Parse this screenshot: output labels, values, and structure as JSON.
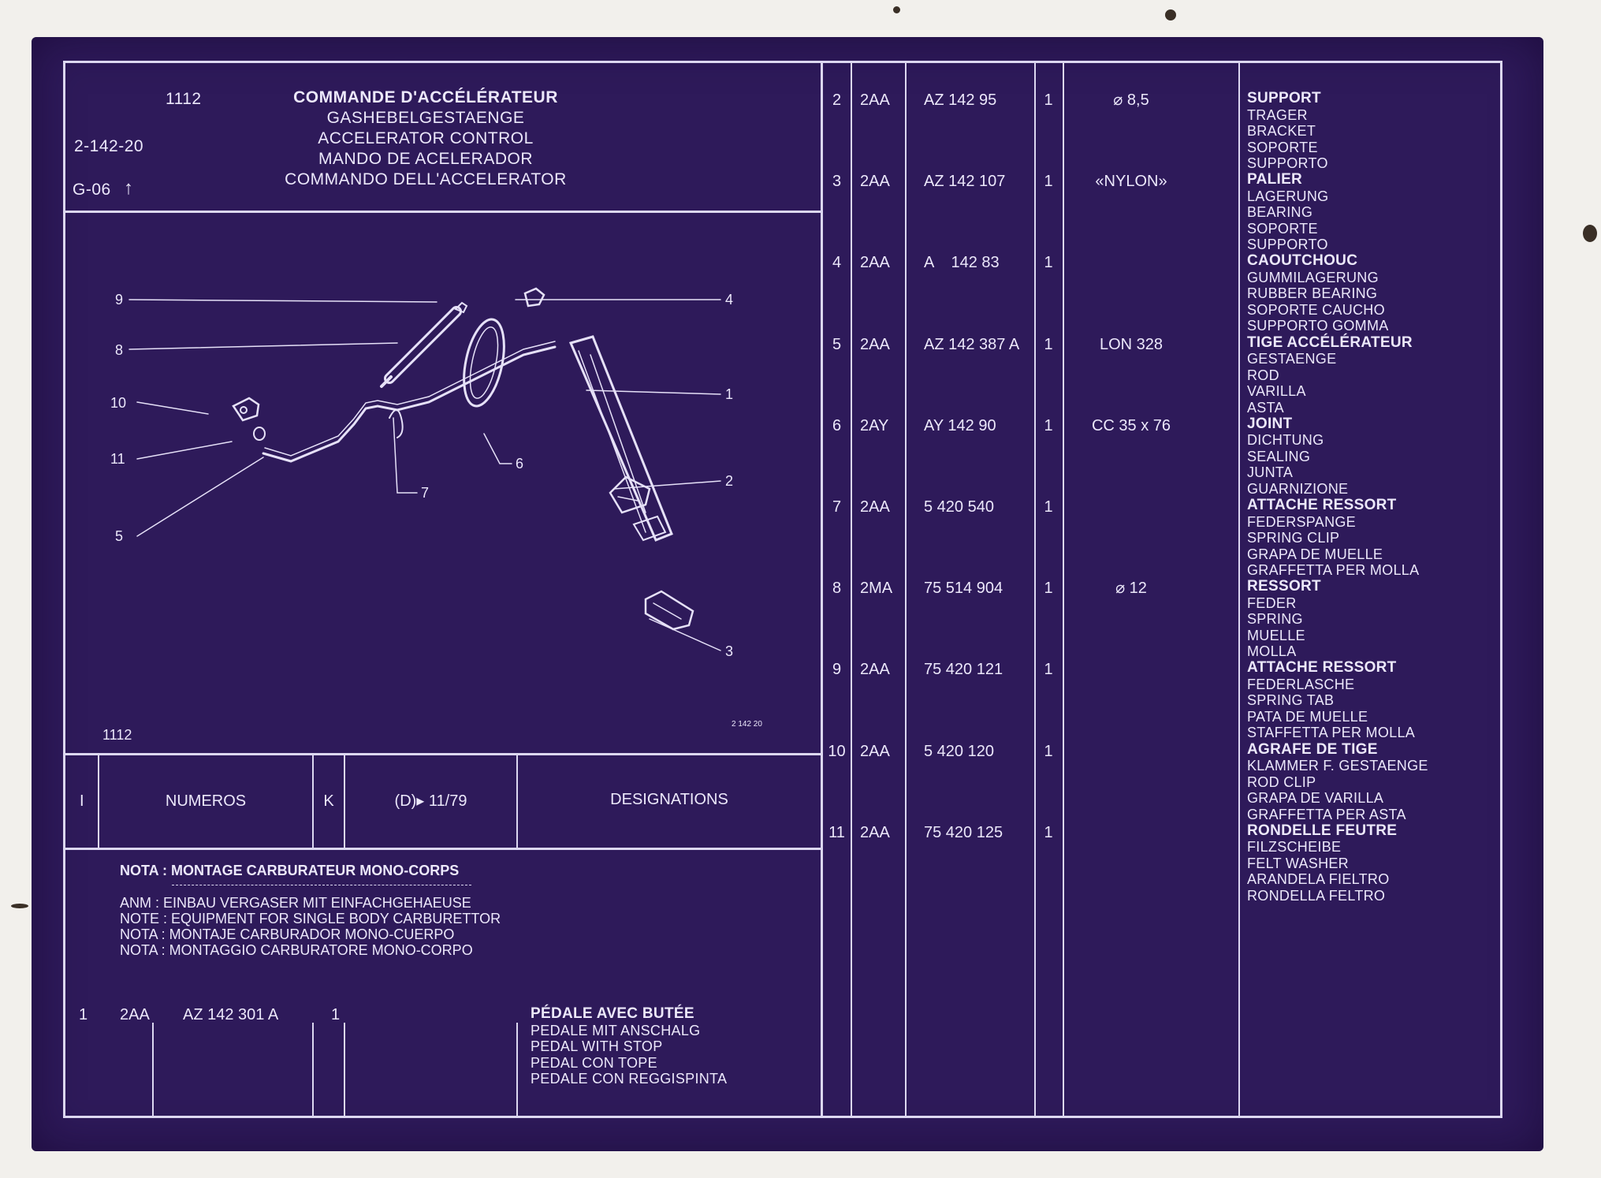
{
  "header": {
    "plate_code": "1112",
    "ref_code": "2-142-20",
    "group": "G-06",
    "title_fr": "COMMANDE D'ACCÉLÉRATEUR",
    "title_de": "GASHEBELGESTAENGE",
    "title_en": "ACCELERATOR CONTROL",
    "title_es": "MANDO DE ACELERADOR",
    "title_it": "COMMANDO DELL'ACCELERATOR"
  },
  "diagram": {
    "label_bottom_left": "1112",
    "label_bottom_right": "2 142 20",
    "callouts": [
      "1",
      "2",
      "3",
      "4",
      "5",
      "6",
      "7",
      "8",
      "9",
      "10",
      "11"
    ]
  },
  "columns": {
    "col_i": "I",
    "numeros": "NUMEROS",
    "k": "K",
    "date": "(D)▸ 11/79",
    "designations": "DESIGNATIONS"
  },
  "note": {
    "fr": "NOTA : MONTAGE CARBURATEUR MONO-CORPS",
    "de": "ANM : EINBAU VERGASER MIT EINFACHGEHAEUSE",
    "en": "NOTE : EQUIPMENT FOR SINGLE BODY CARBURETTOR",
    "es": "NOTA : MONTAJE CARBURADOR MONO-CUERPO",
    "it": "NOTA : MONTAGGIO CARBURATORE MONO-CORPO"
  },
  "first_part": {
    "item": "1",
    "code": "2AA",
    "number": "AZ 142 301 A",
    "qty": "1",
    "designation": [
      "PÉDALE AVEC BUTÉE",
      "PEDALE MIT ANSCHALG",
      "PEDAL WITH STOP",
      "PEDAL CON TOPE",
      "PEDALE CON REGGISPINTA"
    ]
  },
  "parts": [
    {
      "item": "2",
      "code": "2AA",
      "number": "AZ 142 95",
      "qty": "1",
      "spec": "⌀ 8,5",
      "designation": [
        "SUPPORT",
        "TRAGER",
        "BRACKET",
        "SOPORTE",
        "SUPPORTO"
      ]
    },
    {
      "item": "3",
      "code": "2AA",
      "number": "AZ 142 107",
      "qty": "1",
      "spec": "«NYLON»",
      "designation": [
        "PALIER",
        "LAGERUNG",
        "BEARING",
        "SOPORTE",
        "SUPPORTO"
      ]
    },
    {
      "item": "4",
      "code": "2AA",
      "number": "A    142 83",
      "qty": "1",
      "spec": "",
      "designation": [
        "CAOUTCHOUC",
        "GUMMILAGERUNG",
        "RUBBER BEARING",
        "SOPORTE CAUCHO",
        "SUPPORTO GOMMA"
      ]
    },
    {
      "item": "5",
      "code": "2AA",
      "number": "AZ 142 387 A",
      "qty": "1",
      "spec": "LON 328",
      "designation": [
        "TIGE ACCÉLÉRATEUR",
        "GESTAENGE",
        "ROD",
        "VARILLA",
        "ASTA"
      ]
    },
    {
      "item": "6",
      "code": "2AY",
      "number": "AY 142 90",
      "qty": "1",
      "spec": "CC  35 x 76",
      "designation": [
        "JOINT",
        "DICHTUNG",
        "SEALING",
        "JUNTA",
        "GUARNIZIONE"
      ]
    },
    {
      "item": "7",
      "code": "2AA",
      "number": "5 420 540",
      "qty": "1",
      "spec": "",
      "designation": [
        "ATTACHE RESSORT",
        "FEDERSPANGE",
        "SPRING CLIP",
        "GRAPA DE MUELLE",
        "GRAFFETTA PER MOLLA"
      ]
    },
    {
      "item": "8",
      "code": "2MA",
      "number": "75 514 904",
      "qty": "1",
      "spec": "⌀ 12",
      "designation": [
        "RESSORT",
        "FEDER",
        "SPRING",
        "MUELLE",
        "MOLLA"
      ]
    },
    {
      "item": "9",
      "code": "2AA",
      "number": "75 420 121",
      "qty": "1",
      "spec": "",
      "designation": [
        "ATTACHE RESSORT",
        "FEDERLASCHE",
        "SPRING TAB",
        "PATA DE MUELLE",
        "STAFFETTA PER MOLLA"
      ]
    },
    {
      "item": "10",
      "code": "2AA",
      "number": "5 420 120",
      "qty": "1",
      "spec": "",
      "designation": [
        "AGRAFE DE TIGE",
        "KLAMMER F. GESTAENGE",
        "ROD CLIP",
        "GRAPA DE VARILLA",
        "GRAFFETTA PER ASTA"
      ]
    },
    {
      "item": "11",
      "code": "2AA",
      "number": "75 420 125",
      "qty": "1",
      "spec": "",
      "designation": [
        "RONDELLE FEUTRE",
        "FILZSCHEIBE",
        "FELT WASHER",
        "ARANDELA FIELTRO",
        "RONDELLA FELTRO"
      ]
    }
  ],
  "colors": {
    "card": "#2e1a5a",
    "ink": "#ece8fb",
    "paper": "#f2f0ec"
  }
}
